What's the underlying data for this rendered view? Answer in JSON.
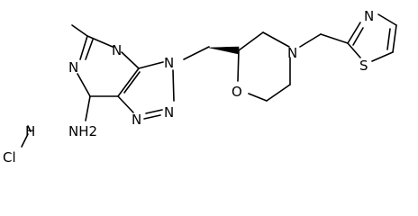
{
  "molecule": {
    "labels": {
      "N_pyr_left": "N",
      "N_pyr_top": "N",
      "N_tri_3": "N",
      "N_tri_2": "N",
      "N_tri_1": "N",
      "NH2": "NH2",
      "O_morph": "O",
      "N_morph": "N",
      "N_thiazole": "N",
      "S_thiazole": "S",
      "Cl": "Cl",
      "H": "H"
    }
  },
  "colors": {
    "bond": "#000000",
    "text": "#000000",
    "background": "#ffffff"
  }
}
